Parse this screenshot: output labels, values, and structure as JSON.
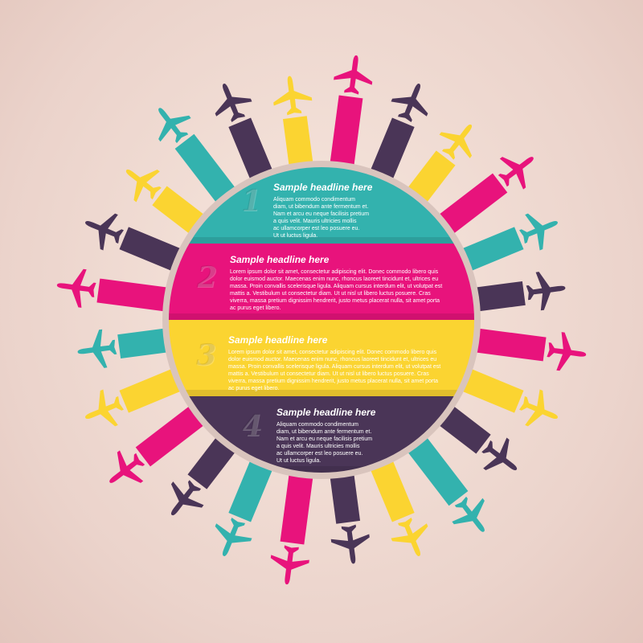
{
  "colors": {
    "background": "#ecd6ce",
    "teal": "#33b2ae",
    "magenta": "#e8137c",
    "yellow": "#fbd431",
    "purple": "#4a3557"
  },
  "icons": {
    "ray_icon": "airplane-icon"
  },
  "rays": [
    {
      "color": "magenta"
    },
    {
      "color": "purple"
    },
    {
      "color": "yellow"
    },
    {
      "color": "magenta"
    },
    {
      "color": "teal"
    },
    {
      "color": "purple"
    },
    {
      "color": "magenta"
    },
    {
      "color": "yellow"
    },
    {
      "color": "purple"
    },
    {
      "color": "teal"
    },
    {
      "color": "yellow"
    },
    {
      "color": "purple"
    },
    {
      "color": "magenta"
    },
    {
      "color": "teal"
    },
    {
      "color": "purple"
    },
    {
      "color": "magenta"
    },
    {
      "color": "yellow"
    },
    {
      "color": "teal"
    },
    {
      "color": "magenta"
    },
    {
      "color": "purple"
    },
    {
      "color": "yellow"
    },
    {
      "color": "teal"
    },
    {
      "color": "purple"
    },
    {
      "color": "yellow"
    }
  ],
  "bands": [
    {
      "number": "1",
      "color": "teal",
      "headline": "Sample headline here",
      "body": "Aliquam commodo condimentum\ndiam, ut bibendum ante fermentum et.\nNam et arcu eu neque facilisis pretium\na quis velit. Mauris ultricies mollis\nac ullamcorper est leo posuere eu.\nUt ut luctus ligula."
    },
    {
      "number": "2",
      "color": "magenta",
      "headline": "Sample headline here",
      "body": "Lorem ipsum dolor sit amet, consectetur adipiscing elit. Donec commodo libero quis\ndolor euismod auctor. Maecenas enim nunc, rhoncus laoreet tincidunt et, ultrices eu\nmassa. Proin convallis scelerisque ligula. Aliquam cursus interdum elit, ut volutpat est\nmattis a. Vestibulum ut consectetur diam. Ut ut nisl ut libero luctus posuere. Cras\nviverra, massa pretium dignissim hendrerit, justo metus placerat nulla, sit amet porta\nac purus eget libero."
    },
    {
      "number": "3",
      "color": "yellow",
      "headline": "Sample headline here",
      "body": "Lorem ipsum dolor sit amet, consectetur adipiscing elit. Donec commodo libero quis\ndolor euismod auctor. Maecenas enim nunc, rhoncus laoreet tincidunt et, ultrices eu\nmassa. Proin convallis scelerisque ligula. Aliquam cursus interdum elit, ut volutpat est\nmattis a. Vestibulum ut consectetur diam. Ut ut nisl ut libero luctus posuere. Cras\nviverra, massa pretium dignissim hendrerit, justo metus placerat nulla, sit amet porta\nac purus eget libero."
    },
    {
      "number": "4",
      "color": "purple",
      "headline": "Sample headline here",
      "body": "Aliquam commodo condimentum\ndiam, ut bibendum ante fermentum et.\nNam et arcu eu neque facilisis pretium\na quis velit. Mauris ultricies mollis\nac ullamcorper est leo posuere eu.\nUt ut luctus ligula."
    }
  ]
}
